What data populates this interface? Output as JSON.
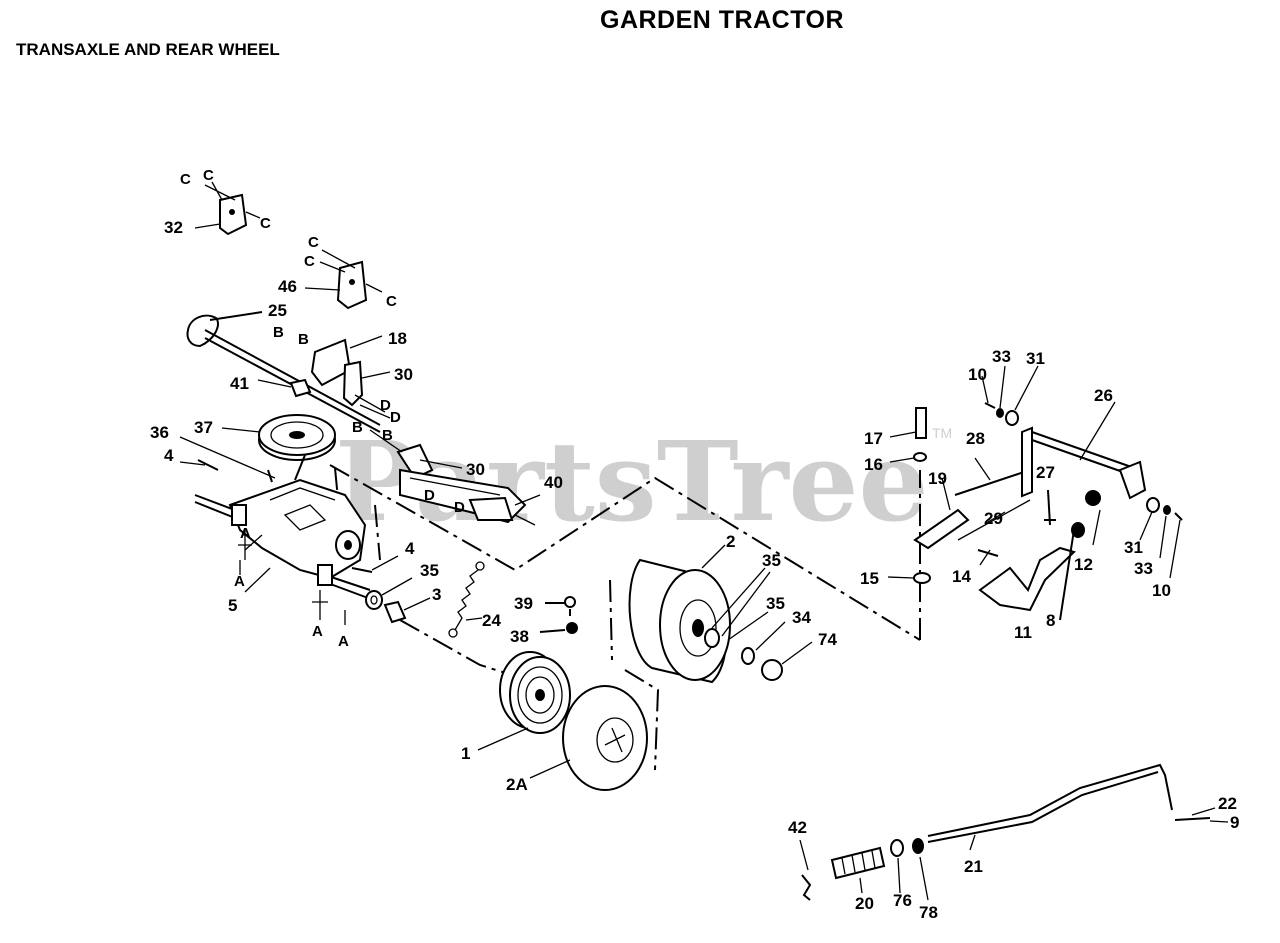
{
  "header": {
    "title": "GARDEN TRACTOR",
    "subtitle": "TRANSAXLE AND REAR WHEEL"
  },
  "watermark": {
    "text": "PartsTree",
    "trademark": "TM"
  },
  "reference_letters": [
    "A",
    "B",
    "C",
    "D"
  ],
  "callouts": {
    "p1": "1",
    "p2": "2",
    "p2A": "2A",
    "p3": "3",
    "p4": "4",
    "p5": "5",
    "p8": "8",
    "p9": "9",
    "p10": "10",
    "p11": "11",
    "p12": "12",
    "p14": "14",
    "p15": "15",
    "p16": "16",
    "p17": "17",
    "p18": "18",
    "p19": "19",
    "p20": "20",
    "p21": "21",
    "p22": "22",
    "p24": "24",
    "p25": "25",
    "p26": "26",
    "p27": "27",
    "p28": "28",
    "p29": "29",
    "p30": "30",
    "p31": "31",
    "p32": "32",
    "p33": "33",
    "p34": "34",
    "p35": "35",
    "p36": "36",
    "p37": "37",
    "p38": "38",
    "p39": "39",
    "p40": "40",
    "p41": "41",
    "p42": "42",
    "p46": "46",
    "p74": "74",
    "p76": "76",
    "p78": "78"
  }
}
